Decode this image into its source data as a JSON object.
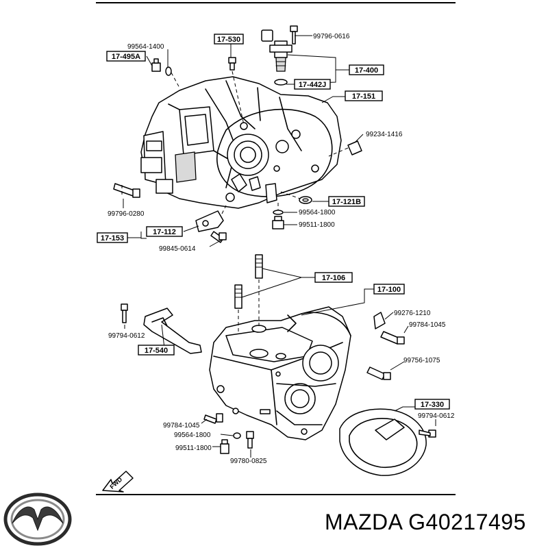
{
  "labels": {
    "top": {
      "b17530": "17-530",
      "b17495A": "17-495A",
      "b17400": "17-400",
      "b17442J": "17-442J",
      "b17151": "17-151",
      "b17121B": "17-121B",
      "b17112": "17-112",
      "b17153": "17-153",
      "p99564_1400": "99564-1400",
      "p99796_0616": "99796-0616",
      "p99234_1416": "99234-1416",
      "p99796_0280": "99796-0280",
      "p99564_1800": "99564-1800",
      "p99511_1800": "99511-1800",
      "p99845_0614": "99845-0614"
    },
    "bottom": {
      "b17106": "17-106",
      "b17100": "17-100",
      "b17540": "17-540",
      "b17330": "17-330",
      "p99276_1210": "99276-1210",
      "p99784_1045a": "99784-1045",
      "p99794_0612a": "99794-0612",
      "p99756_1075": "99756-1075",
      "p99794_0612b": "99794-0612",
      "p99784_1045b": "99784-1045",
      "p99564_1800": "99564-1800",
      "p99511_1800": "99511-1800",
      "p99780_0825": "99780-0825"
    },
    "fwd": "FWD"
  },
  "brand": {
    "text": "MAZDA G40217495",
    "logo_icon": "mazda-logo-icon"
  }
}
